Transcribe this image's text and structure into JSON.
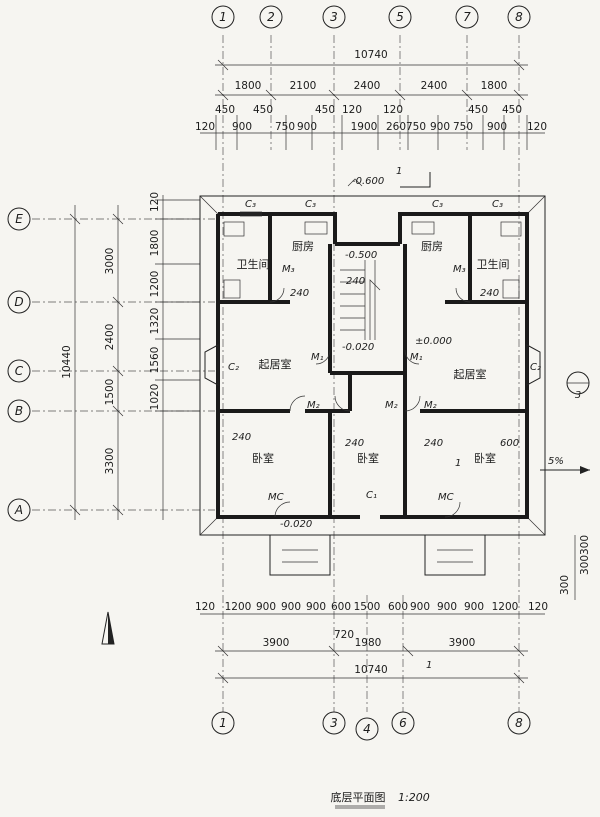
{
  "title": "底层平面图",
  "scale": "1:200",
  "axes": {
    "top": [
      "1",
      "2",
      "3",
      "5",
      "7",
      "8"
    ],
    "bottom": [
      "1",
      "3",
      "4",
      "6",
      "8"
    ],
    "left": [
      "E",
      "D",
      "C",
      "B",
      "A"
    ]
  },
  "dims_top": {
    "overall": "10740",
    "row2": [
      "1800",
      "2100",
      "2400",
      "2400",
      "1800"
    ],
    "row3": [
      "120",
      "450",
      "900",
      "450",
      "750",
      "900",
      "450",
      "120",
      "1900",
      "260",
      "120",
      "750",
      "900",
      "750",
      "450",
      "900",
      "450",
      "120"
    ]
  },
  "dims_bottom": {
    "row1": [
      "120",
      "1200",
      "900",
      "900",
      "900",
      "600",
      "1500",
      "600",
      "900",
      "900",
      "900",
      "1200",
      "120"
    ],
    "row2": [
      "3900",
      "720",
      "1980",
      "3900"
    ],
    "overall": "10740"
  },
  "dims_left": {
    "overall": "10440",
    "col1": [
      "3000",
      "2400",
      "1500",
      "3300"
    ],
    "col2": [
      "1800",
      "1200",
      "1320",
      "1560",
      "1020"
    ],
    "top120": "120"
  },
  "dims_right": [
    "300",
    "300",
    "300"
  ],
  "rooms": {
    "kitchen": "厨房",
    "bath": "卫生间",
    "living": "起居室",
    "bedroom": "卧室"
  },
  "labels": {
    "c3": "C₃",
    "c2": "C₂",
    "c1": "C₁",
    "m1": "M₁",
    "m2": "M₂",
    "m3": "M₃",
    "mc": "MC",
    "n240": "240",
    "n600": "600",
    "n1": "1",
    "section3": "3",
    "slope": "5%"
  },
  "elevations": {
    "entrance": "-0.600",
    "stair_top": "-0.500",
    "stair_mid": "-0.020",
    "floor": "±0.000",
    "porch": "-0.020"
  }
}
